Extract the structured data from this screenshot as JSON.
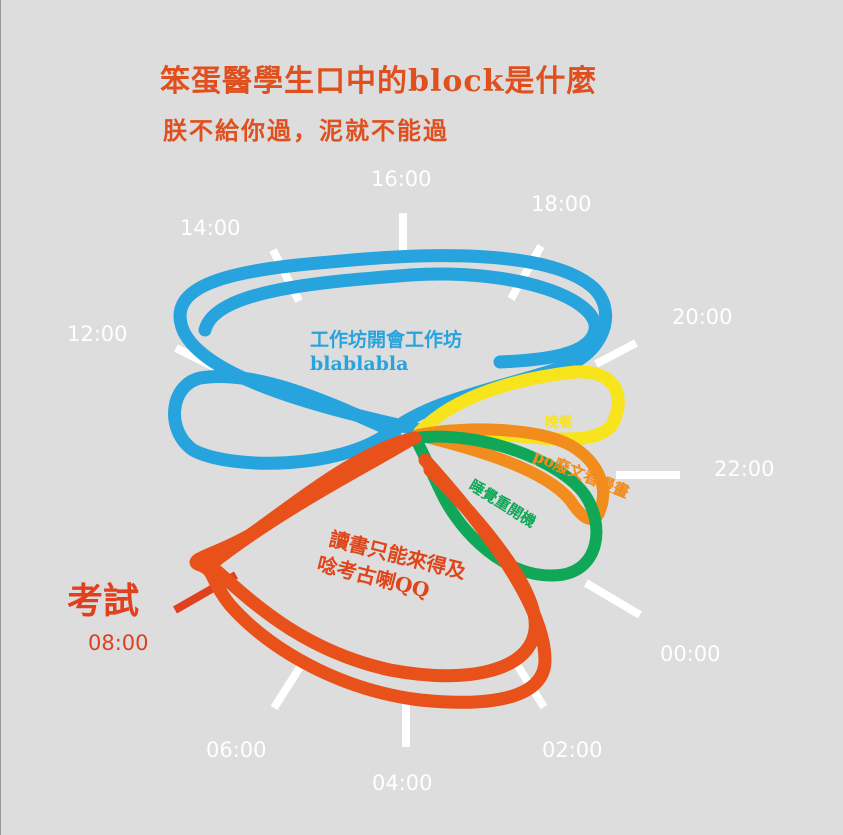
{
  "title": {
    "line1": "笨蛋醫學生口中的block是什麼",
    "line2": "朕不給你過，泥就不能過"
  },
  "clock_labels": {
    "h16": "16:00",
    "h18": "18:00",
    "h14": "14:00",
    "h20": "20:00",
    "h12": "12:00",
    "h22": "22:00",
    "h00": "00:00",
    "h06": "06:00",
    "h02": "02:00",
    "h04": "04:00"
  },
  "exam": {
    "label": "考試",
    "time": "08:00"
  },
  "blocks": {
    "workshop": {
      "line1": "工作坊開會工作坊",
      "line2": "blablabla",
      "color": "#27a3dd"
    },
    "dinner": {
      "label": "晚餐",
      "color": "#f7e41c"
    },
    "po": {
      "label": "po廢文看漫畫",
      "color": "#f28c1c"
    },
    "sleep": {
      "label": "睡覺重開機",
      "color": "#10a858"
    },
    "study": {
      "line1": "讀書只能來得及",
      "line2": "唸考古喇QQ",
      "color": "#e8511a"
    }
  },
  "colors": {
    "background": "#dddddd",
    "title": "#e0501e",
    "ticks": "#ffffff",
    "exam": "#e0401e"
  }
}
